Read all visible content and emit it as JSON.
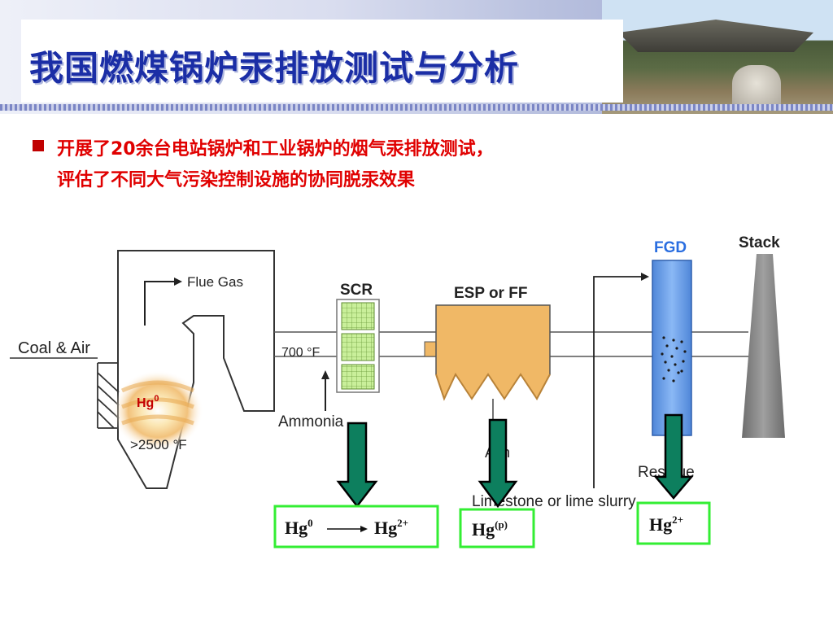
{
  "header": {
    "title": "我国燃煤锅炉汞排放测试与分析"
  },
  "bullet": {
    "line1": "开展了20余台电站锅炉和工业锅炉的烟气汞排放测试，",
    "line2": "评估了不同大气污染控制设施的协同脱汞效果"
  },
  "diagram": {
    "coal_air": "Coal & Air",
    "flue_gas": "Flue Gas",
    "hg0_base": "Hg",
    "hg0_sup": "0",
    "temp_furnace": ">2500 °F",
    "temp_duct": "700 °F",
    "ammonia": "Ammonia",
    "scr": "SCR",
    "esp": "ESP or FF",
    "ash": "Ash",
    "fgd": "FGD",
    "stack": "Stack",
    "residue": "Residue",
    "limestone": "Limestone or lime slurry"
  },
  "result_boxes": {
    "scr_from_base": "Hg",
    "scr_from_sup": "0",
    "scr_to_base": "Hg",
    "scr_to_sup": "2+",
    "esp_base": "Hg",
    "esp_sup": "(p)",
    "fgd_base": "Hg",
    "fgd_sup": "2+"
  },
  "colors": {
    "title": "#1b2ea6",
    "bullet_text": "#e00000",
    "arrow_fill": "#0d7f5e",
    "box_border": "#33ee33",
    "fgd_fill": "#6ca2ef",
    "esp_fill": "#f0b866",
    "scr_fill": "#c9ef9a",
    "stack_fill": "#888888"
  }
}
